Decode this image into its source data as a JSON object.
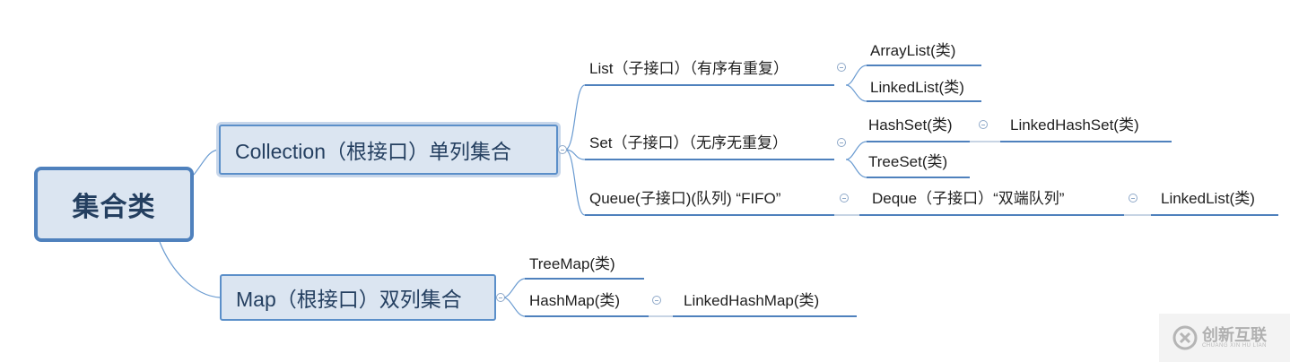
{
  "root": {
    "label": "集合类"
  },
  "collection": {
    "label": "Collection（根接口）单列集合",
    "list": {
      "label": "List（子接口）（有序有重复）",
      "children": [
        "ArrayList(类)",
        "LinkedList(类)"
      ]
    },
    "set": {
      "label": "Set（子接口）（无序无重复）",
      "hashset": "HashSet(类)",
      "linkedhashset": "LinkedHashSet(类)",
      "treeset": "TreeSet(类)"
    },
    "queue": {
      "label": "Queue(子接口)(队列) “FIFO”",
      "deque": "Deque（子接口）“双端队列”",
      "linkedlist": "LinkedList(类)"
    }
  },
  "map": {
    "label": "Map（根接口）双列集合",
    "treemap": "TreeMap(类)",
    "hashmap": "HashMap(类)",
    "linkedhashmap": "LinkedHashMap(类)"
  },
  "watermark": {
    "label": "创新互联",
    "sub": "CHUANG XIN HU LIAN"
  },
  "colors": {
    "branch_fill": "#dbe5f1",
    "branch_border": "#4f81bd",
    "connector": "#5b8fc9",
    "underline": "#4f81bd"
  }
}
